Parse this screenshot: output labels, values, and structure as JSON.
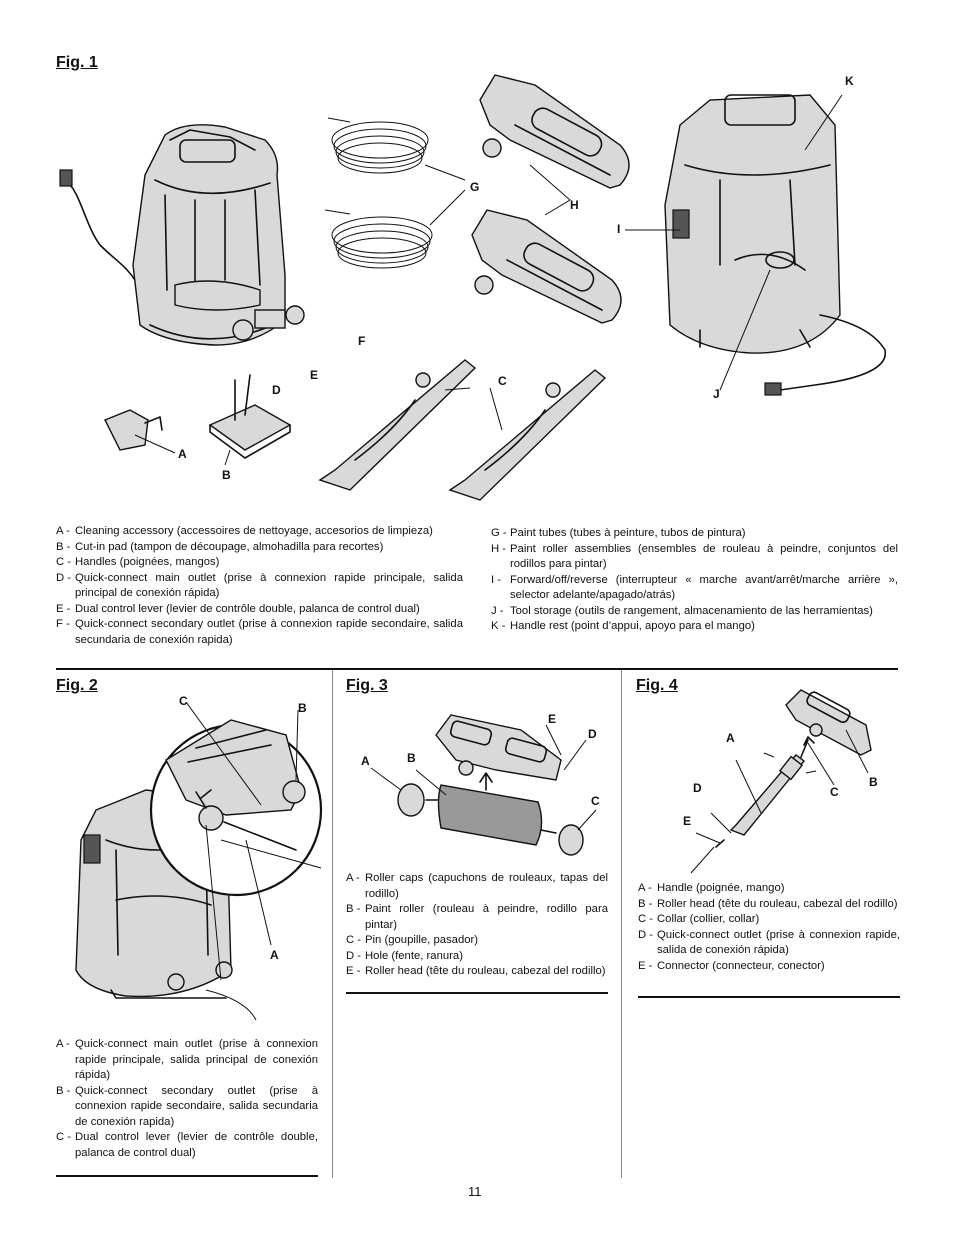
{
  "fig1": {
    "title": "Fig. 1",
    "callouts": {
      "A": "A",
      "B": "B",
      "C": "C",
      "D": "D",
      "E": "E",
      "F": "F",
      "G": "G",
      "H": "H",
      "I": "I",
      "J": "J",
      "K": "K"
    },
    "legend_left": [
      {
        "key": "A -",
        "text": "Cleaning accessory (accessoires de nettoyage, accesorios de limpieza)"
      },
      {
        "key": "B -",
        "text": "Cut-in pad (tampon de découpage, almohadilla para recortes)"
      },
      {
        "key": "C -",
        "text": "Handles (poignées, mangos)"
      },
      {
        "key": "D -",
        "text": "Quick-connect main outlet (prise à connexion rapide principale, salida principal de conexión rápida)"
      },
      {
        "key": "E -",
        "text": "Dual control lever (levier de contrôle double, palanca de control dual)"
      },
      {
        "key": "F -",
        "text": "Quick-connect secondary outlet (prise à connexion rapide secondaire, salida secundaria de conexión rapida)"
      }
    ],
    "legend_right": [
      {
        "key": "G -",
        "text": "Paint tubes (tubes à peinture, tubos de pintura)"
      },
      {
        "key": "H -",
        "text": "Paint roller assemblies (ensembles de rouleau à peindre, conjuntos del rodillos para pintar)"
      },
      {
        "key": "I -",
        "text": "Forward/off/reverse (interrupteur « marche avant/arrêt/marche arrière », selector adelante/apagado/atrás)"
      },
      {
        "key": "J -",
        "text": "Tool storage (outils de rangement, almacenamiento de las herramientas)"
      },
      {
        "key": "K -",
        "text": "Handle rest (point d’appui, apoyo para el mango)"
      }
    ]
  },
  "fig2": {
    "title": "Fig. 2",
    "callouts": {
      "A": "A",
      "B": "B",
      "C": "C"
    },
    "legend": [
      {
        "key": "A -",
        "text": "Quick-connect main outlet (prise à connexion rapide principale, salida principal de conexión rápida)"
      },
      {
        "key": "B -",
        "text": "Quick-connect secondary outlet (prise à connexion rapide secondaire, salida secundaria de conexión rapida)"
      },
      {
        "key": "C -",
        "text": "Dual control lever (levier de contrôle double, palanca de control dual)"
      }
    ]
  },
  "fig3": {
    "title": "Fig. 3",
    "callouts": {
      "A": "A",
      "B": "B",
      "C": "C",
      "D": "D",
      "E": "E"
    },
    "legend": [
      {
        "key": "A -",
        "text": "Roller caps (capuchons de rouleaux, tapas del rodillo)"
      },
      {
        "key": "B -",
        "text": "Paint roller (rouleau à peindre, rodillo para pintar)"
      },
      {
        "key": "C -",
        "text": "Pin (goupille, pasador)"
      },
      {
        "key": "D -",
        "text": "Hole (fente, ranura)"
      },
      {
        "key": "E -",
        "text": "Roller head (tête du rouleau, cabezal del rodillo)"
      }
    ]
  },
  "fig4": {
    "title": "Fig. 4",
    "callouts": {
      "A": "A",
      "B": "B",
      "C": "C",
      "D": "D",
      "E": "E"
    },
    "legend": [
      {
        "key": "A -",
        "text": "Handle (poignée, mango)"
      },
      {
        "key": "B -",
        "text": "Roller head (tête du rouleau, cabezal del rodillo)"
      },
      {
        "key": "C -",
        "text": "Collar (collier, collar)"
      },
      {
        "key": "D -",
        "text": "Quick-connect outlet (prise à connexion rapide, salida de conexión rápida)"
      },
      {
        "key": "E -",
        "text": "Connector (connecteur, conector)"
      }
    ]
  },
  "page_number": "11"
}
